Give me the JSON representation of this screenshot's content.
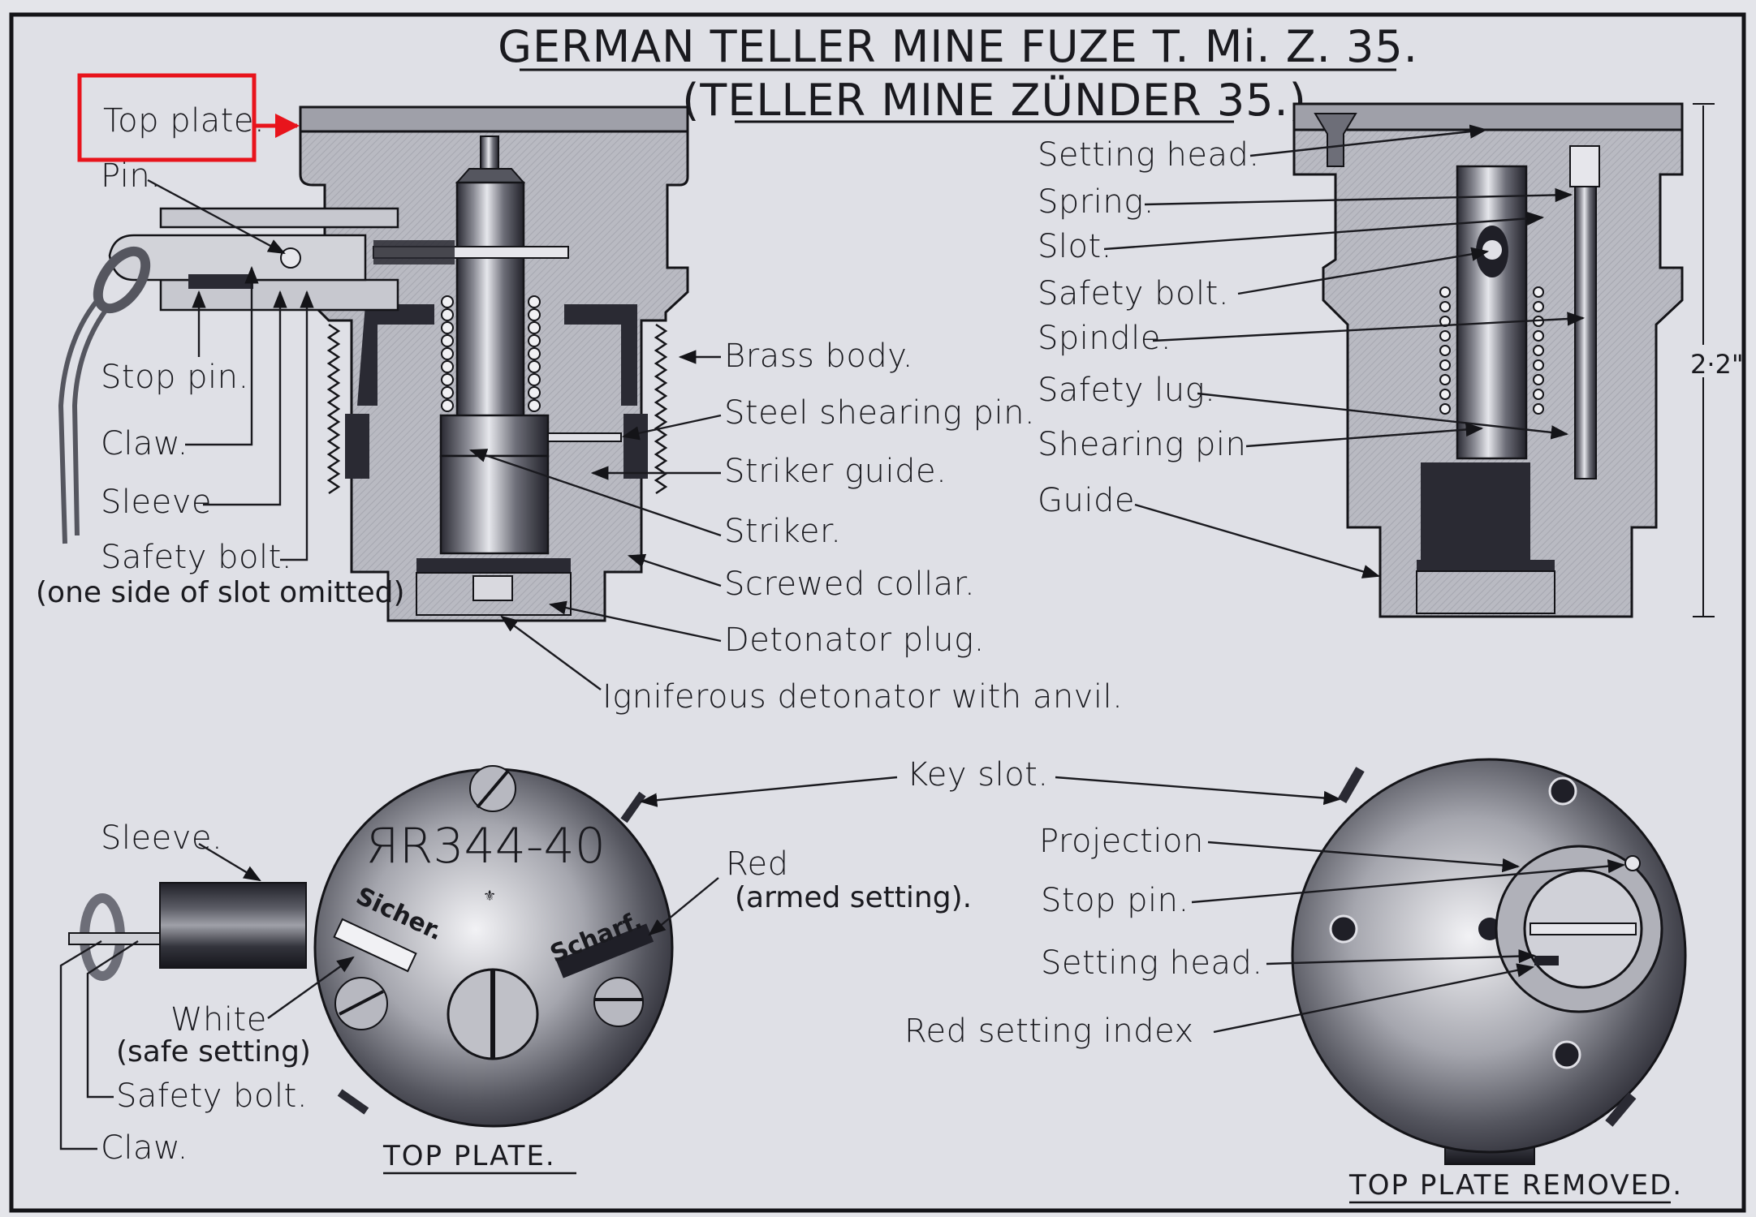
{
  "title": {
    "line1": "GERMAN TELLER MINE FUZE T. Mi. Z. 35.",
    "line2": "(TELLER MINE ZÜNDER 35.)"
  },
  "highlight": {
    "label": "Top plate.",
    "color": "#e8141c"
  },
  "colors": {
    "paper": "#e4e5ea",
    "ink": "#141418",
    "metal_light": "#cfd0d6",
    "metal_mid": "#a9aab2",
    "metal_dark": "#2a2a33",
    "highlight_box": "#e8141c"
  },
  "left_section": {
    "labels_left": [
      "Pin.",
      "Stop pin.",
      "Claw.",
      "Sleeve",
      "Safety bolt.",
      "(one side of slot omitted)"
    ],
    "labels_right": [
      "Brass body.",
      "Steel shearing pin.",
      "Striker guide.",
      "Striker.",
      "Screwed collar.",
      "Detonator plug.",
      "Igniferous detonator with anvil."
    ]
  },
  "right_section": {
    "labels": [
      "Setting head.",
      "Spring.",
      "Slot.",
      "Safety bolt.",
      "Spindle.",
      "Safety lug.",
      "Shearing pin",
      "Guide"
    ],
    "dimension": "2·2\""
  },
  "top_plate_view": {
    "caption": "TOP PLATE.",
    "marking": "ЯR344-40",
    "sichen_text": "Sicher.",
    "scharf_text": "Scharf.",
    "labels": {
      "sleeve": "Sleeve.",
      "white": "White",
      "white_note": "(safe setting)",
      "safety_bolt": "Safety bolt.",
      "claw": "Claw.",
      "red": "Red",
      "red_note": "(armed setting).",
      "key_slot": "Key slot."
    }
  },
  "removed_view": {
    "caption": "TOP PLATE REMOVED.",
    "labels": {
      "projection": "Projection",
      "stop_pin": "Stop pin.",
      "setting_head": "Setting head.",
      "red_index": "Red setting index"
    }
  }
}
